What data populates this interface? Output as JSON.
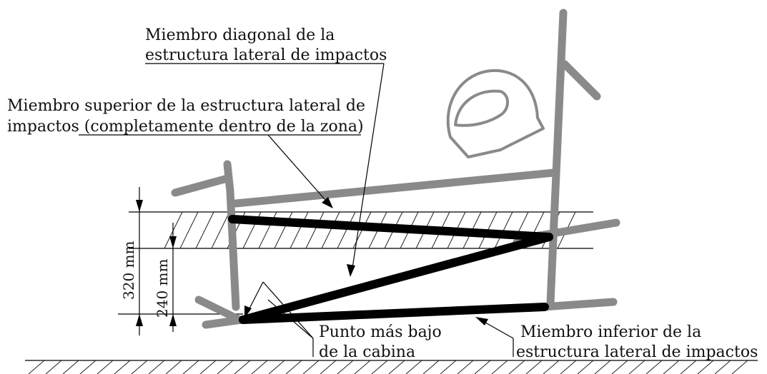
{
  "labels": {
    "diagonal_line1": "Miembro diagonal de la",
    "diagonal_line2": "estructura lateral de impactos",
    "upper_line1": "Miembro superior de la estructura lateral de",
    "upper_line2": "impactos (completamente dentro de la zona)",
    "lowest_line1": "Punto más bajo",
    "lowest_line2": "de la cabina",
    "lower_line1": "Miembro inferior de la",
    "lower_line2": "estructura lateral de impactos"
  },
  "dimensions": {
    "zone_height": "320 mm",
    "zone_lower": "240 mm"
  },
  "colors": {
    "frame_gray": "#8a8a8a",
    "impact_members": "#000000"
  }
}
